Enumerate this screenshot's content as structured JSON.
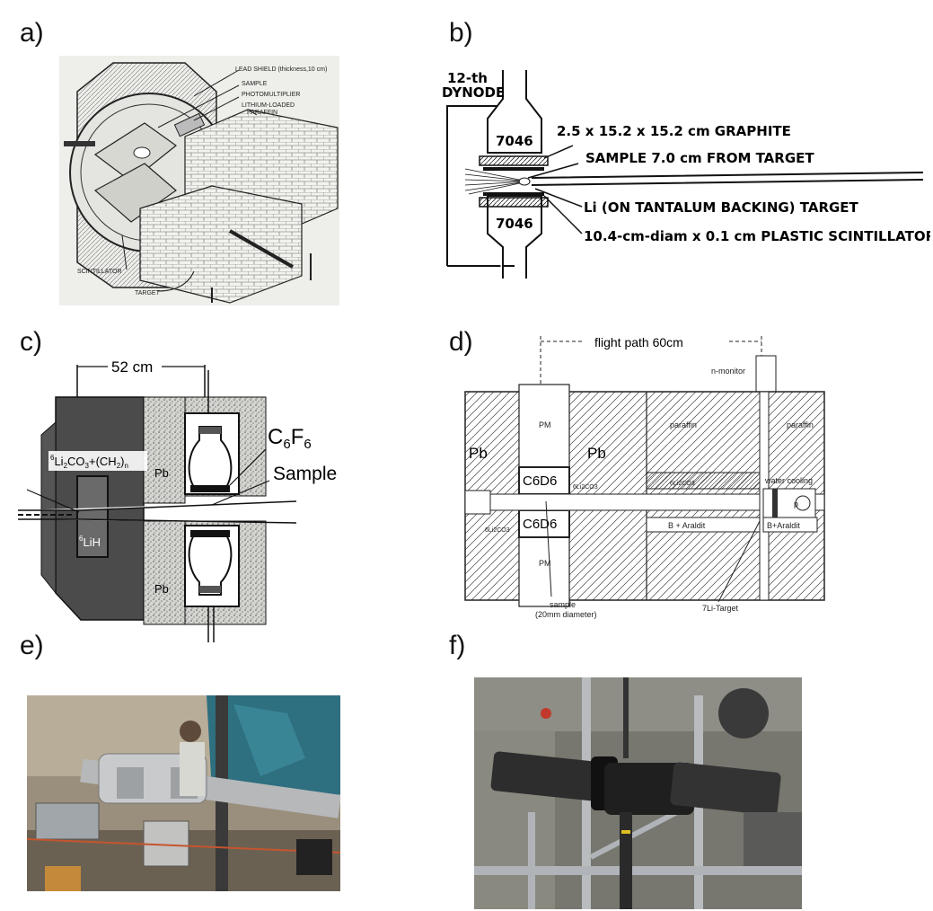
{
  "panels": {
    "a": {
      "label": "a)",
      "annotations": {
        "lead_shield": "LEAD SHIELD (thickness,10 cm)",
        "sample": "SAMPLE",
        "photomultiplier": "PHOTOMULTIPLIER",
        "lithium_line1": "LITHIUM-LOADED",
        "lithium_line2": "PARAFFIN",
        "scintillator": "SCINTILLATOR",
        "target": "TARGET"
      }
    },
    "b": {
      "label": "b)",
      "annotations": {
        "dynode_line1": "12-th",
        "dynode_line2": "DYNODE",
        "pmt_top": "7046",
        "pmt_bottom": "7046",
        "graphite": "2.5 x 15.2 x 15.2 cm GRAPHITE",
        "sample": "SAMPLE 7.0 cm FROM TARGET",
        "target": "Li (ON TANTALUM BACKING) TARGET",
        "scintillator": "10.4-cm-diam x 0.1 cm PLASTIC SCINTILLATOR"
      }
    },
    "c": {
      "label": "c)",
      "annotations": {
        "distance": "52 cm",
        "detector_base": "C",
        "detector_sub1": "6",
        "detector_mid": "F",
        "detector_sub2": "6",
        "sample": "Sample",
        "shield_pre1": "6",
        "shield_main1": "Li",
        "shield_sub1": "2",
        "shield_main2": "CO",
        "shield_sub2": "3",
        "shield_main3": "+(CH",
        "shield_sub3": "2",
        "shield_main4": ")",
        "shield_sub4": "n",
        "lih_pre": "6",
        "lih_main": "LiH",
        "pb_top": "Pb",
        "pb_bottom": "Pb"
      }
    },
    "d": {
      "label": "d)",
      "annotations": {
        "flight_path": "flight path 60cm",
        "n_monitor": "n-monitor",
        "paraffin_left": "paraffin",
        "paraffin_right": "paraffin",
        "pb_left": "Pb",
        "pb_right": "Pb",
        "pm_top": "PM",
        "pm_bottom": "PM",
        "detector_top": "C6D6",
        "detector_bottom": "C6D6",
        "li2co3_top": "6Li2CO3",
        "li2co3_mid": "6Li2CO3",
        "li2co3_left": "6Li2CO3",
        "water_cooling": "water cooling",
        "p_label": "p",
        "b_araldit_mid": "B + Araldit",
        "b_araldit_right": "B+Araldit",
        "sample_line1": "sample",
        "sample_line2": "(20mm diameter)",
        "target": "7Li-Target"
      }
    },
    "e": {
      "label": "e)"
    },
    "f": {
      "label": "f)"
    }
  },
  "colors": {
    "ink": "#1a1a1a",
    "paper_a": "#eeeeea",
    "stipple": "#c9c9c9",
    "shield_dark": "#4a4a4a",
    "photo_e_bg": "#8a8070",
    "photo_e_tarp": "#2e6f80",
    "photo_f_bg": "#6e6e6a",
    "photo_f_detector": "#222222"
  }
}
